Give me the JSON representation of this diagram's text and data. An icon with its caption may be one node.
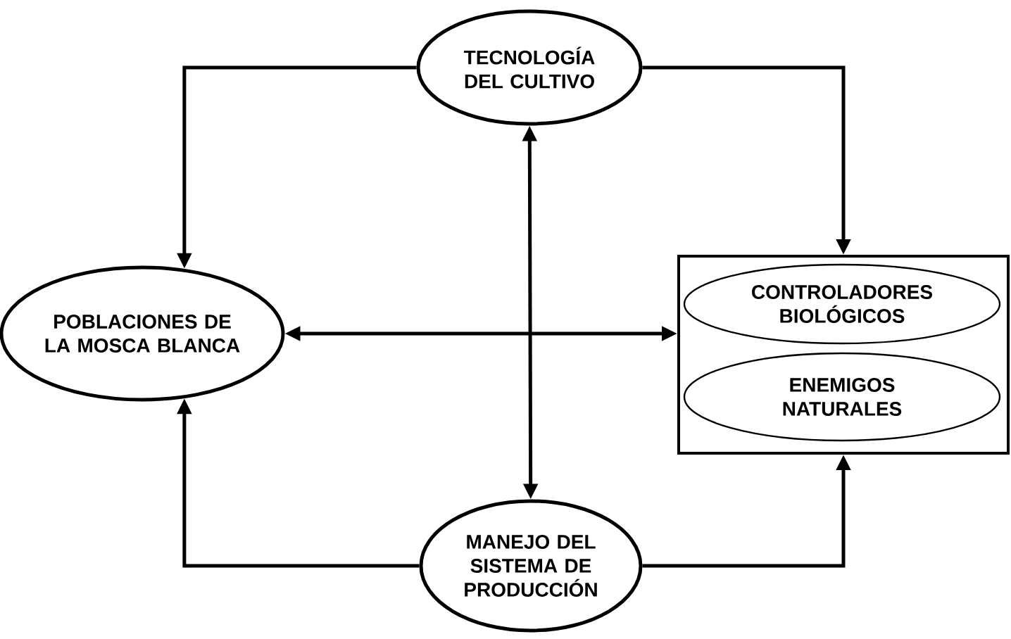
{
  "diagram": {
    "nodes": [
      {
        "text": [
          "TECNOLOGÍA DEL CULTIVO"
        ]
      },
      {
        "text": [
          "POBLACIONES DE LA MOSCA BLANCA"
        ]
      },
      {
        "text": [],
        "shape": "box"
      },
      {
        "text": [
          "CONTROLADORES BIOLÓGICOS"
        ],
        "in": 2
      },
      {
        "text": [
          "ENEMIGOS NATURALES"
        ],
        "in": 2
      },
      {
        "text": [
          "MANEJO DEL SISTEMA DE PRODUCCIÓN"
        ]
      }
    ],
    "edges": [
      {
        "from": 0,
        "to": 1,
        "arrow": "to"
      },
      {
        "from": 0,
        "to": 2,
        "arrow": "to"
      },
      {
        "from": 0,
        "to": 5,
        "arrow": "both"
      },
      {
        "from": 1,
        "to": 2,
        "arrow": "both"
      },
      {
        "from": 5,
        "to": 1,
        "arrow": "to"
      },
      {
        "from": 5,
        "to": 2,
        "arrow": "to"
      }
    ]
  }
}
